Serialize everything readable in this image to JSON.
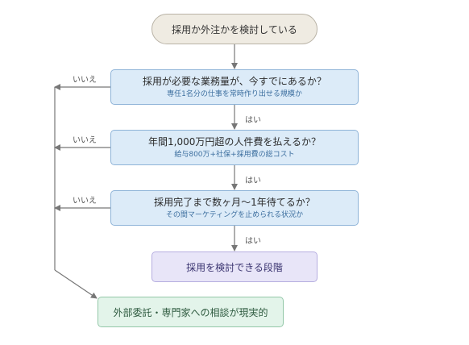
{
  "diagram": {
    "start": "採用か外注かを検討している",
    "questions": [
      {
        "main": "採用が必要な業務量が、今すでにあるか？",
        "sub": "専任1名分の仕事を常時作り出せる規模か"
      },
      {
        "main": "年間1,000万円超の人件費を払えるか？",
        "sub": "給与800万+社保+採用費の総コスト"
      },
      {
        "main": "採用完了まで数ヶ月〜1年待てるか？",
        "sub": "その間マーケティングを止められる状況か"
      }
    ],
    "yes_label": "はい",
    "no_label": "いいえ",
    "result_ok": "採用を検討できる段階",
    "result_alt": "外部委託・専門家への相談が現実的"
  },
  "colors": {
    "start_fill": "#efebe2",
    "question_fill": "#dcebf8",
    "result_ok_fill": "#e8e5f8",
    "result_alt_fill": "#e3f4ea",
    "connector": "#777777"
  }
}
